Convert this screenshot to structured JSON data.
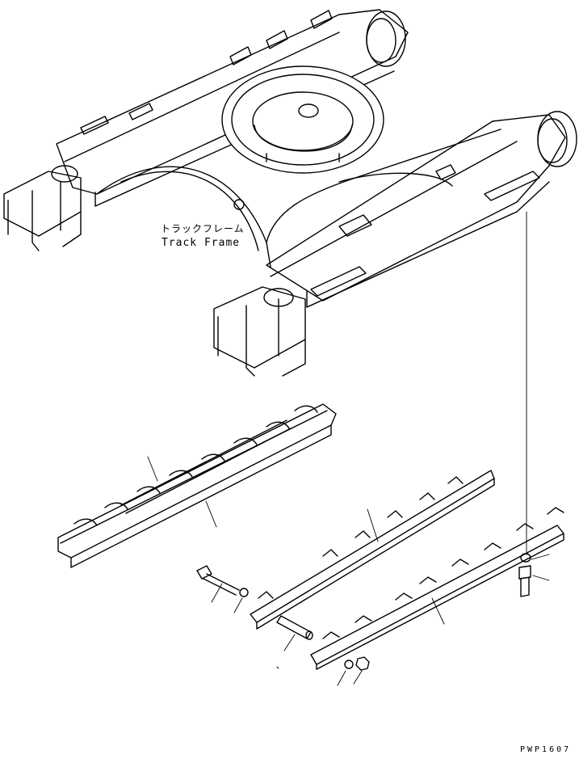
{
  "labels": {
    "track_frame_jp": "トラックフレーム",
    "track_frame_en": "Track Frame",
    "drawing_code": "PWP1607"
  }
}
